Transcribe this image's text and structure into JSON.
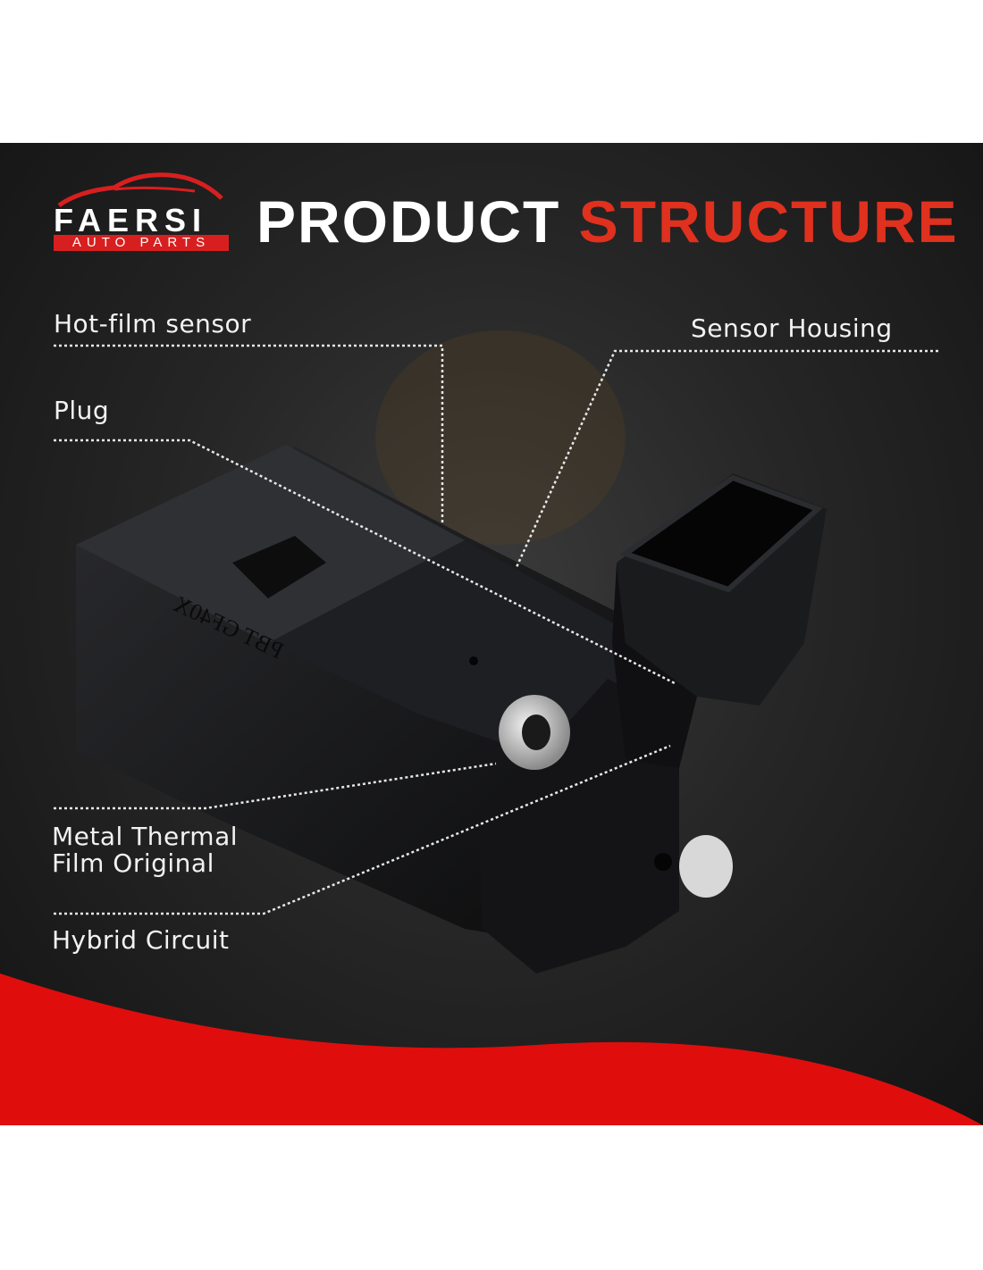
{
  "brand": {
    "name": "FAERSI",
    "tagline": "AUTO PARTS"
  },
  "title": {
    "part1": "PRODUCT",
    "part2": "STRUCTURE"
  },
  "labels": {
    "hot_film_sensor": "Hot-film sensor",
    "sensor_housing": "Sensor Housing",
    "plug": "Plug",
    "metal_thermal_line1": "Metal Thermal",
    "metal_thermal_line2": "Film Original",
    "hybrid_circuit": "Hybrid Circuit"
  },
  "product_marking": "PBT GF40X",
  "colors": {
    "accent": "#e0301e",
    "brand_red": "#d81f1f",
    "background": "#262626"
  }
}
